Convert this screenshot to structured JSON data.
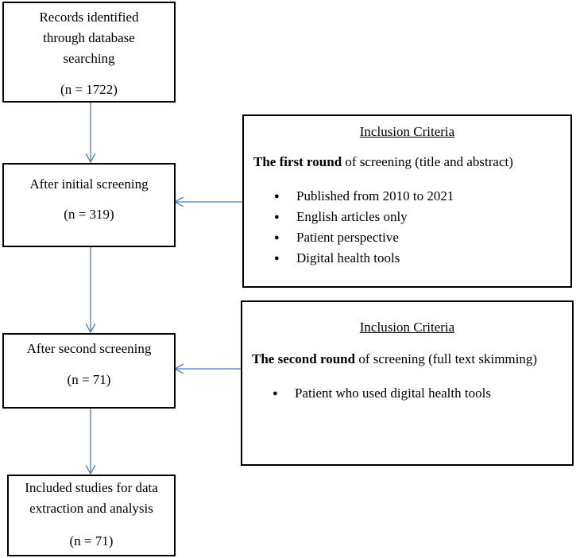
{
  "flow": {
    "step1": {
      "lines": [
        "Records identified",
        "through database",
        "searching"
      ],
      "count": "(n = 1722)"
    },
    "step2": {
      "lines": [
        "After initial screening"
      ],
      "count": "(n = 319)"
    },
    "step3": {
      "lines": [
        "After second screening"
      ],
      "count": "(n = 71)"
    },
    "step4": {
      "lines": [
        "Included studies for data",
        "extraction and analysis"
      ],
      "count": "(n = 71)"
    }
  },
  "criteria1": {
    "title": "Inclusion Criteria",
    "round_bold": "The first round",
    "round_rest": " of screening (title and abstract)",
    "items": [
      "Published from 2010 to 2021",
      "English articles only",
      "Patient perspective",
      "Digital health tools"
    ]
  },
  "criteria2": {
    "title": "Inclusion Criteria",
    "round_bold": "The second round",
    "round_rest": " of screening (full text skimming)",
    "items": [
      "Patient who used digital health tools"
    ]
  },
  "colors": {
    "arrow": "#4a7ebb",
    "border": "#000000"
  }
}
